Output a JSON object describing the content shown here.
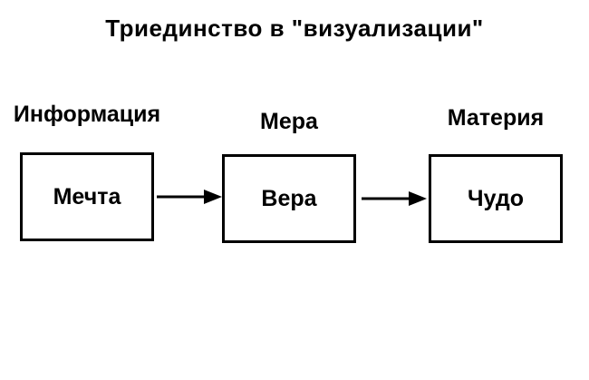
{
  "title": "Триединство в \"визуализации\"",
  "diagram": {
    "nodes": [
      {
        "label": "Информация",
        "text": "Мечта"
      },
      {
        "label": "Мера",
        "text": "Вера"
      },
      {
        "label": "Материя",
        "text": "Чудо"
      }
    ],
    "arrows": [
      {
        "from": "Мечта",
        "to": "Вера"
      },
      {
        "from": "Вера",
        "to": "Чудо"
      }
    ],
    "colors": {
      "background": "#ffffff",
      "stroke": "#000000",
      "text": "#000000"
    }
  }
}
